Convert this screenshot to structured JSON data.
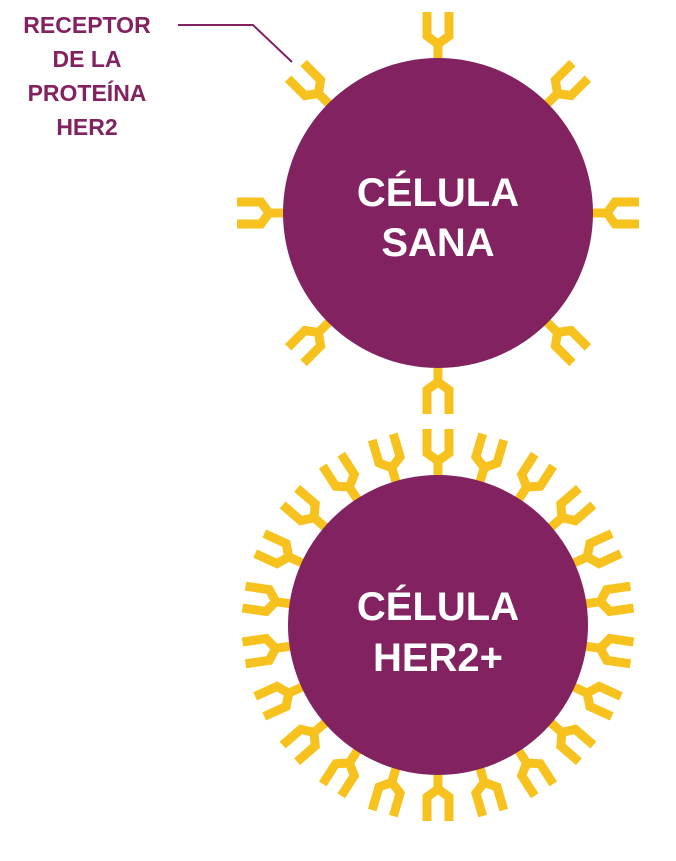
{
  "colors": {
    "cell_fill": "#822261",
    "receptor": "#F7C21E",
    "receptor_label": "#822261",
    "cell_text": "#FFFFFF",
    "leader_line": "#822261"
  },
  "receptor_label": {
    "lines": [
      "RECEPTOR",
      "DE LA",
      "PROTEÍNA",
      "HER2"
    ]
  },
  "cells": [
    {
      "id": "healthy",
      "label_lines": [
        "CÉLULA",
        "SANA"
      ],
      "receptor_count": 8
    },
    {
      "id": "her2_positive",
      "label_lines": [
        "CÉLULA",
        "HER2+"
      ],
      "receptor_count": 22
    }
  ]
}
